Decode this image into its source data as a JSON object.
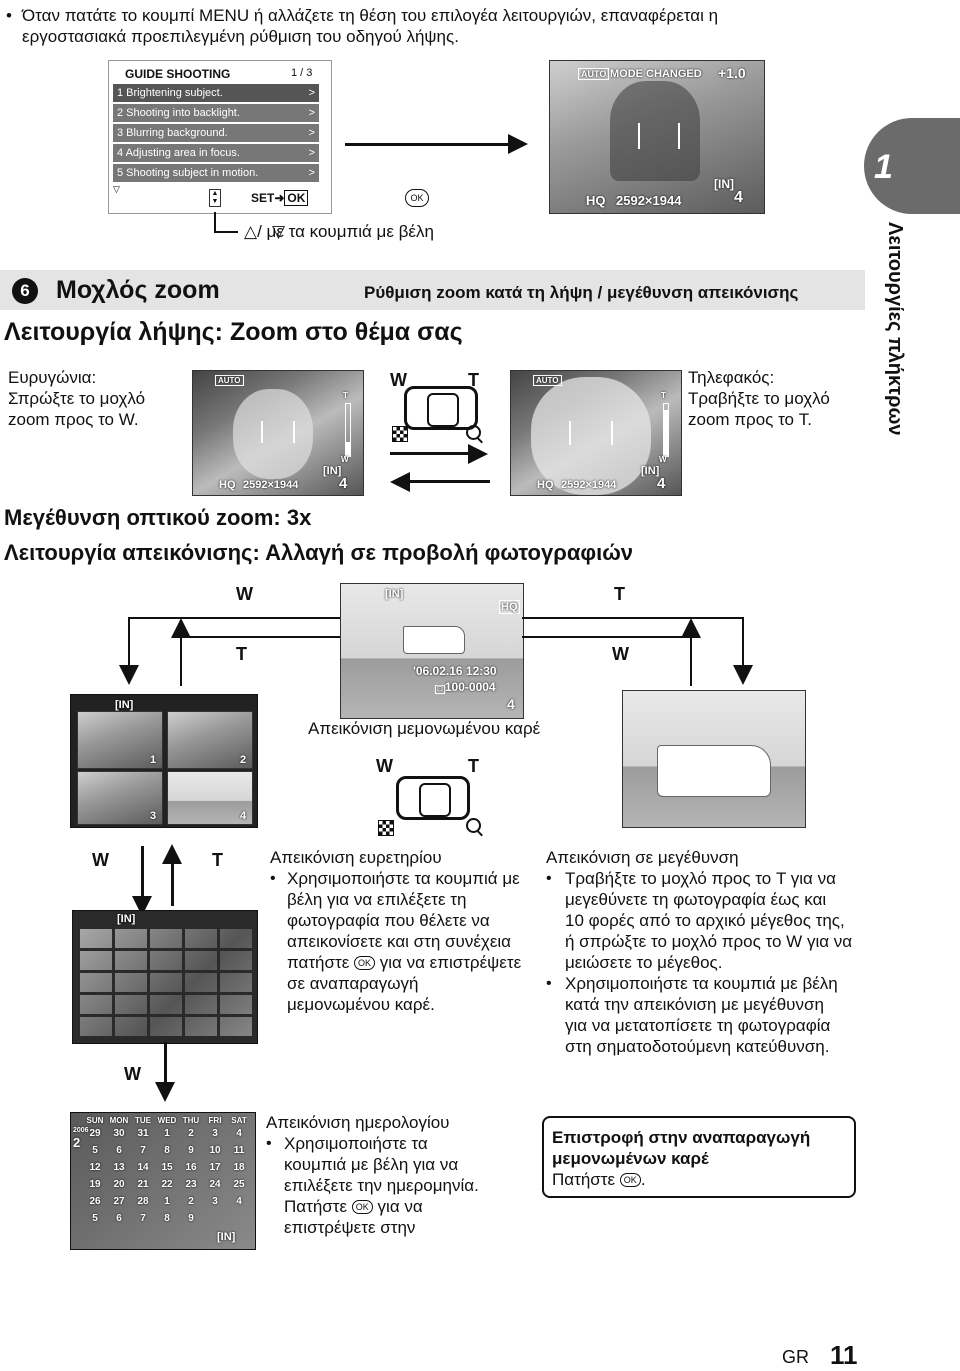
{
  "intro": {
    "bullet": "•",
    "text_line1": "Όταν πατάτε το κουμπί MENU ή αλλάζετε τη θέση του επιλογέα λειτουργιών, επαναφέρεται η",
    "text_line2": "εργοστασιακά προεπιλεγμένη ρύθμιση του οδηγού λήψης."
  },
  "guide_screen": {
    "title": "GUIDE SHOOTING",
    "page": "1 / 3",
    "items": [
      "1  Brightening subject.",
      "2  Shooting into backlight.",
      "3  Blurring background.",
      "4  Adjusting area in focus.",
      "5  Shooting subject in motion."
    ],
    "chevron": ">",
    "set_label": "SET",
    "ok_label": "OK"
  },
  "arrow_keys_caption": "/     με τα κουμπιά με βέλη",
  "ok_symbol": "OK",
  "mode_change_screen": {
    "mode": "MODE CHANGED",
    "ev": "+1.0",
    "quality": "HQ",
    "resolution": "2592×1944",
    "memory": "[IN]",
    "count": "4"
  },
  "section_tab": {
    "number": "1",
    "label": "Λειτουργίες πλήκτρων"
  },
  "zoom_section": {
    "number": "6",
    "title": "Μοχλός zoom",
    "subtitle": "Ρύθμιση zoom κατά τη λήψη / μεγέθυνση απεικόνισης",
    "shooting_title": "Λειτουργία λήψης: Zoom στο θέμα σας",
    "wide_label": "Ευρυγώνια:",
    "wide_line2": "Σπρώξτε το μοχλό",
    "wide_line3": "zoom προς το W.",
    "tele_label": "Τηλεφακός:",
    "tele_line2": "Τραβήξτε το μοχλό",
    "tele_line3": "zoom προς το T.",
    "W": "W",
    "T": "T",
    "quality": "HQ",
    "resolution": "2592×1944",
    "memory": "[IN]",
    "count": "4",
    "optical_zoom": "Μεγέθυνση οπτικού zoom: 3x",
    "playback_title": "Λειτουργία απεικόνισης: Αλλαγή σε προβολή φωτογραφιών"
  },
  "single_view": {
    "memory": "[IN]",
    "quality": "HQ",
    "date": "'06.02.16  12:30",
    "file": "100-0004",
    "count": "4",
    "caption": "Απεικόνιση μεμονωμένου καρέ"
  },
  "index_view": {
    "memory": "[IN]",
    "cells": [
      "1",
      "2",
      "3",
      "4"
    ],
    "title": "Απεικόνιση ευρετηρίου",
    "text": [
      "Χρησιμοποιήστε τα κουμπιά με",
      "βέλη για να επιλέξετε τη",
      "φωτογραφία που θέλετε να",
      "απεικονίσετε και στη συνέχεια",
      "πατήστε",
      "για να επιστρέψετε",
      "σε αναπαραγωγή",
      "μεμονωμένου καρέ."
    ]
  },
  "enlarged_view": {
    "title": "Απεικόνιση σε μεγέθυνση",
    "bullet1": [
      "Τραβήξτε το μοχλό προς το T για να",
      "μεγεθύνετε τη φωτογραφία έως και",
      "10 φορές από το αρχικό μέγεθος της,",
      "ή σπρώξτε το μοχλό προς το W για να",
      "μειώσετε το μέγεθος."
    ],
    "bullet2": [
      "Χρησιμοποιήστε τα κουμπιά με βέλη",
      "κατά την απεικόνιση με μεγέθυνση",
      "για να μετατοπίσετε τη φωτογραφία",
      "στη σηματοδοτούμενη κατεύθυνση."
    ]
  },
  "calendar_view": {
    "year": "2006",
    "month": "2",
    "days": [
      "SUN",
      "MON",
      "TUE",
      "WED",
      "THU",
      "FRI",
      "SAT"
    ],
    "weeks": [
      [
        "29",
        "30",
        "31",
        "1",
        "2",
        "3",
        "4"
      ],
      [
        "5",
        "6",
        "7",
        "8",
        "9",
        "10",
        "11"
      ],
      [
        "12",
        "13",
        "14",
        "15",
        "16",
        "17",
        "18"
      ],
      [
        "19",
        "20",
        "21",
        "22",
        "23",
        "24",
        "25"
      ],
      [
        "26",
        "27",
        "28",
        "1",
        "2",
        "3",
        "4"
      ],
      [
        "5",
        "6",
        "7",
        "8",
        "9",
        "",
        ""
      ]
    ],
    "memory": "[IN]",
    "title": "Απεικόνιση ημερολογίου",
    "text": [
      "Χρησιμοποιήστε τα",
      "κουμπιά με βέλη για να",
      "επιλέξετε την ημερομηνία.",
      "Πατήστε",
      "για να",
      "επιστρέψετε στην"
    ]
  },
  "return_box": {
    "title_line1": "Επιστροφή στην αναπαραγωγή",
    "title_line2": "μεμονωμένων καρέ",
    "text": "Πατήστε"
  },
  "footer": {
    "lang": "GR",
    "page": "11"
  }
}
